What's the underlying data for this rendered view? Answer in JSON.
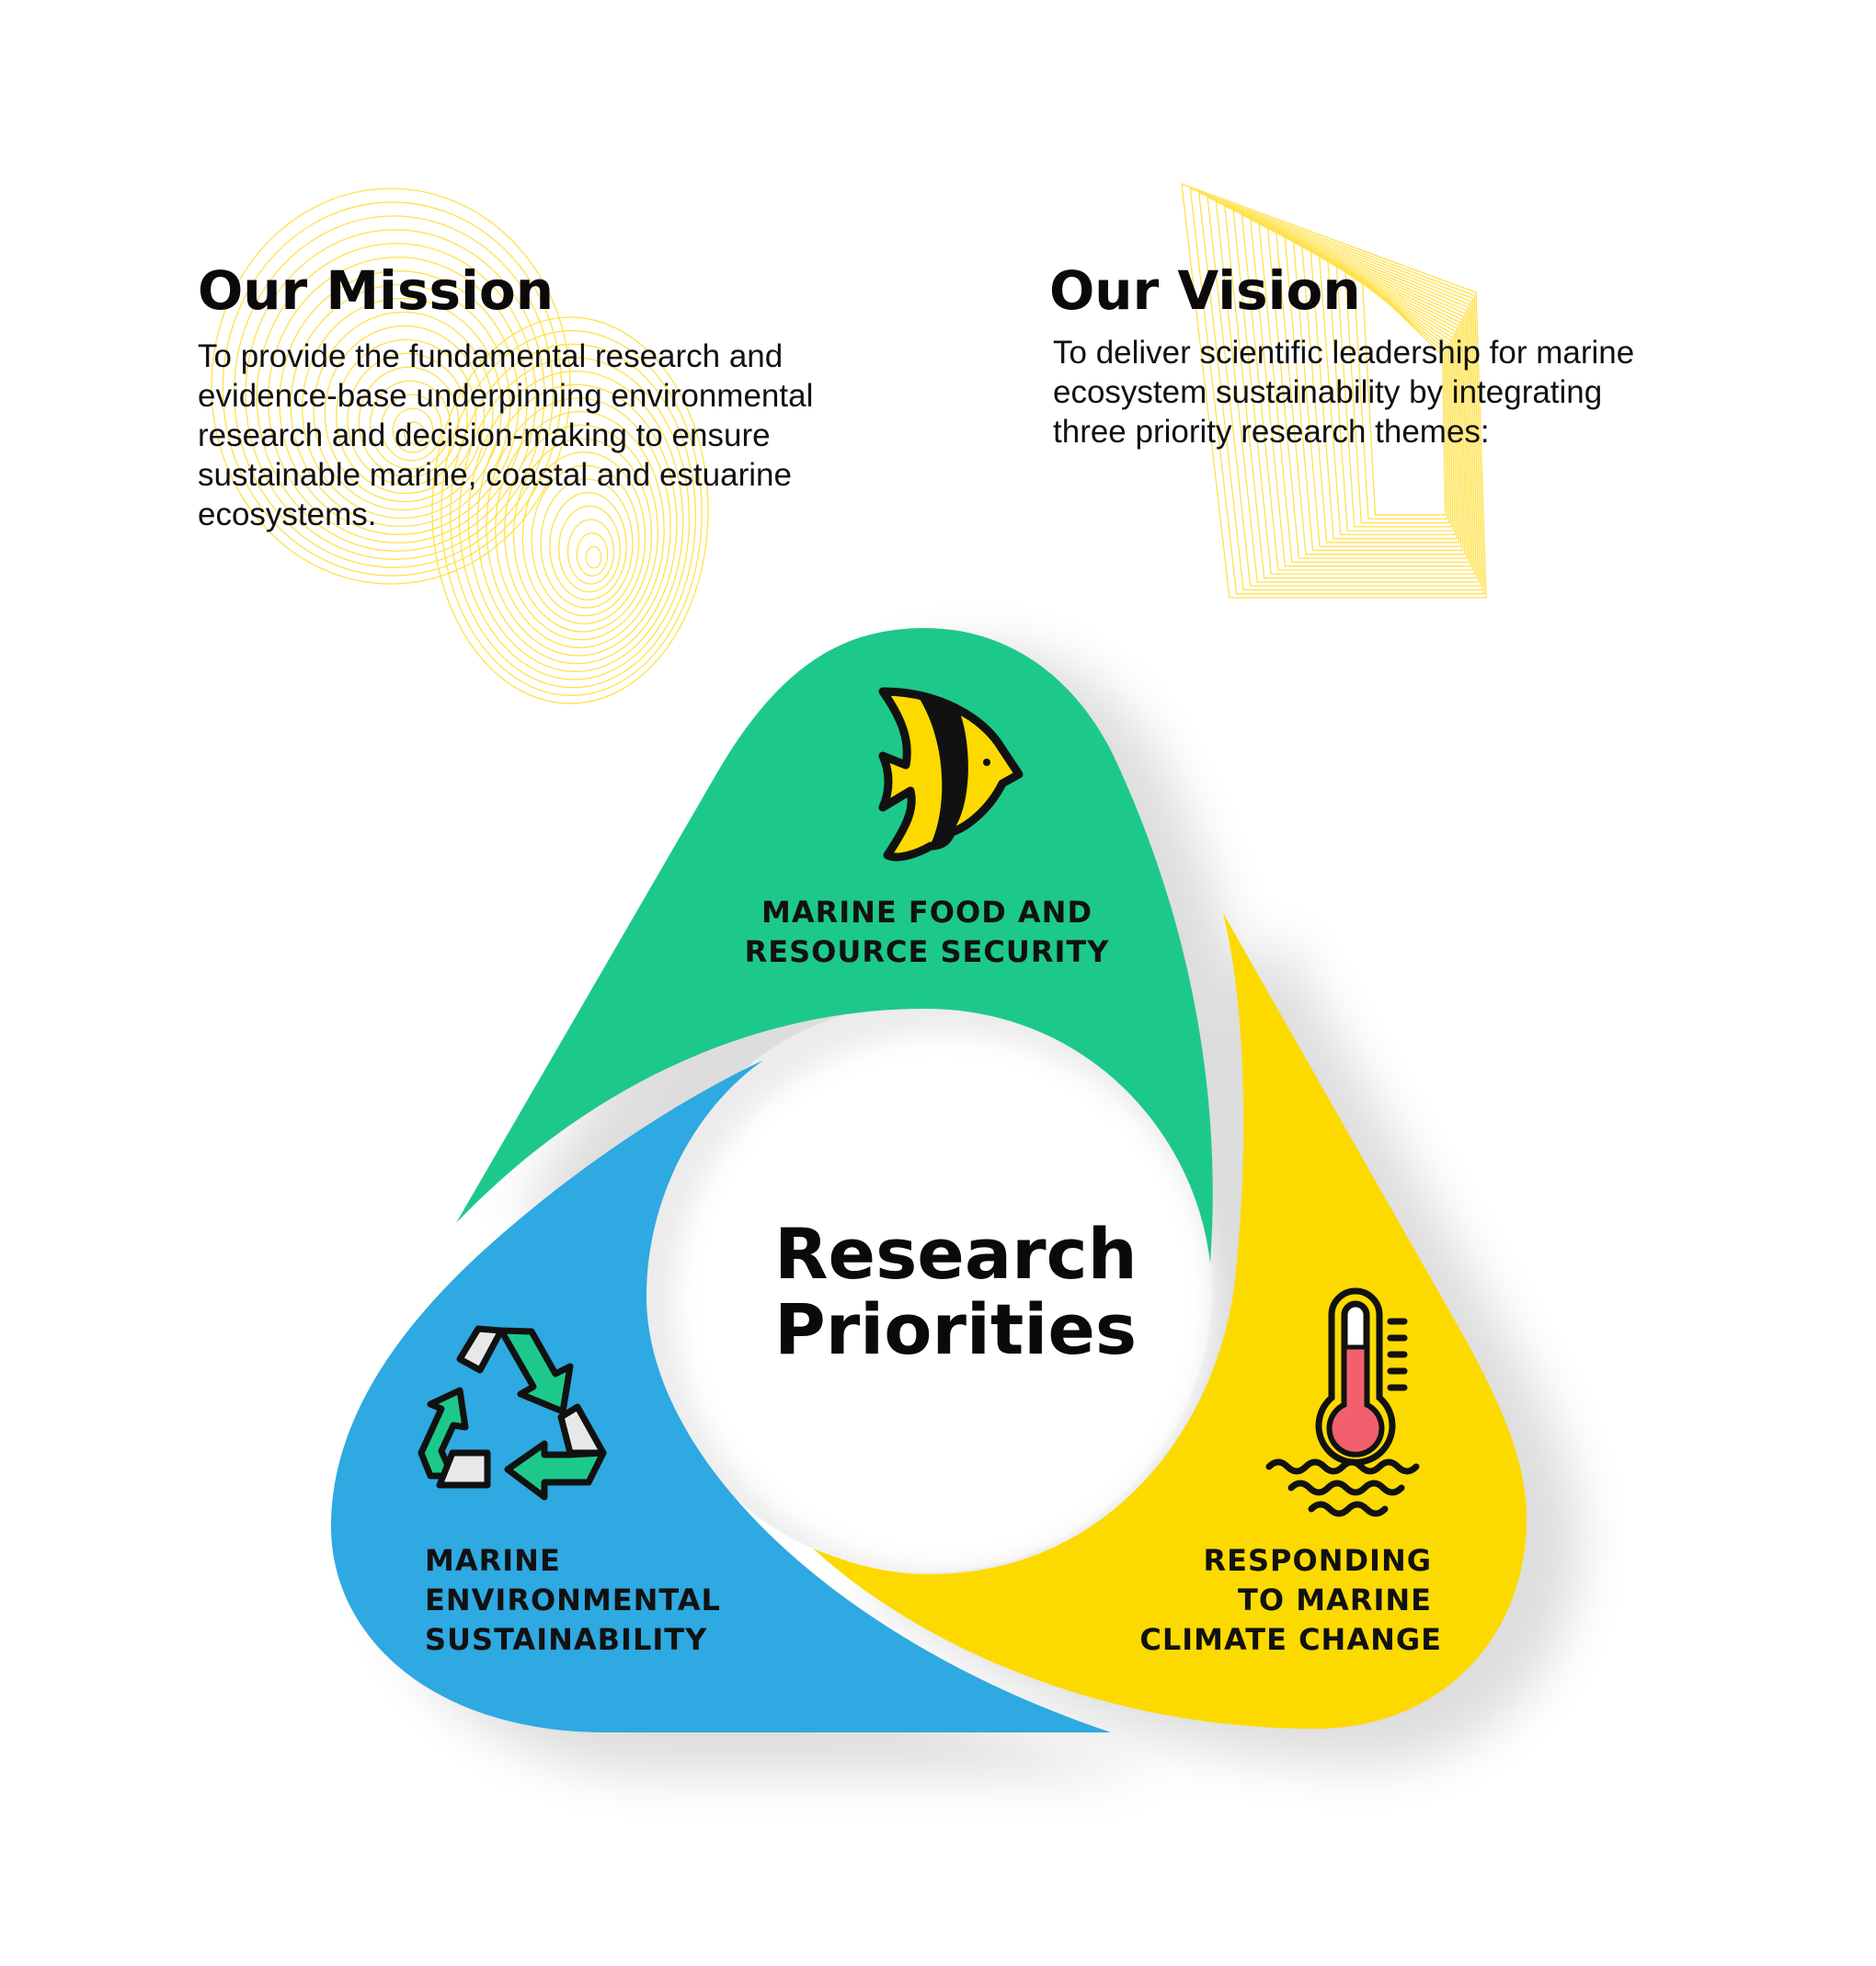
{
  "mission": {
    "title": "Our Mission",
    "lines": [
      "To provide the fundamental research and",
      "evidence-base underpinning environmental",
      "research and decision-making to ensure",
      "sustainable marine, coastal and estuarine",
      "ecosystems."
    ]
  },
  "vision": {
    "title": "Our Vision",
    "lines": [
      "To deliver scientific leadership for marine",
      "ecosystem sustainability by integrating",
      "three priority research themes:"
    ]
  },
  "center": {
    "lines": [
      "Research",
      "Priorities"
    ]
  },
  "themes": [
    {
      "icon": "fish-icon",
      "color": "#1dc98a",
      "lines": [
        "MARINE FOOD AND",
        "RESOURCE SECURITY"
      ]
    },
    {
      "icon": "recycle-icon",
      "color": "#2ea9e1",
      "lines": [
        "MARINE",
        "ENVIRONMENTAL",
        "SUSTAINABILITY"
      ]
    },
    {
      "icon": "thermometer-water-icon",
      "color": "#fcda00",
      "lines": [
        "RESPONDING",
        "TO MARINE",
        "CLIMATE CHANGE"
      ]
    }
  ],
  "colors": {
    "decor": "#ffe14a",
    "green": "#1dc98a",
    "blue": "#2ea9e1",
    "yellow": "#fcda00"
  }
}
